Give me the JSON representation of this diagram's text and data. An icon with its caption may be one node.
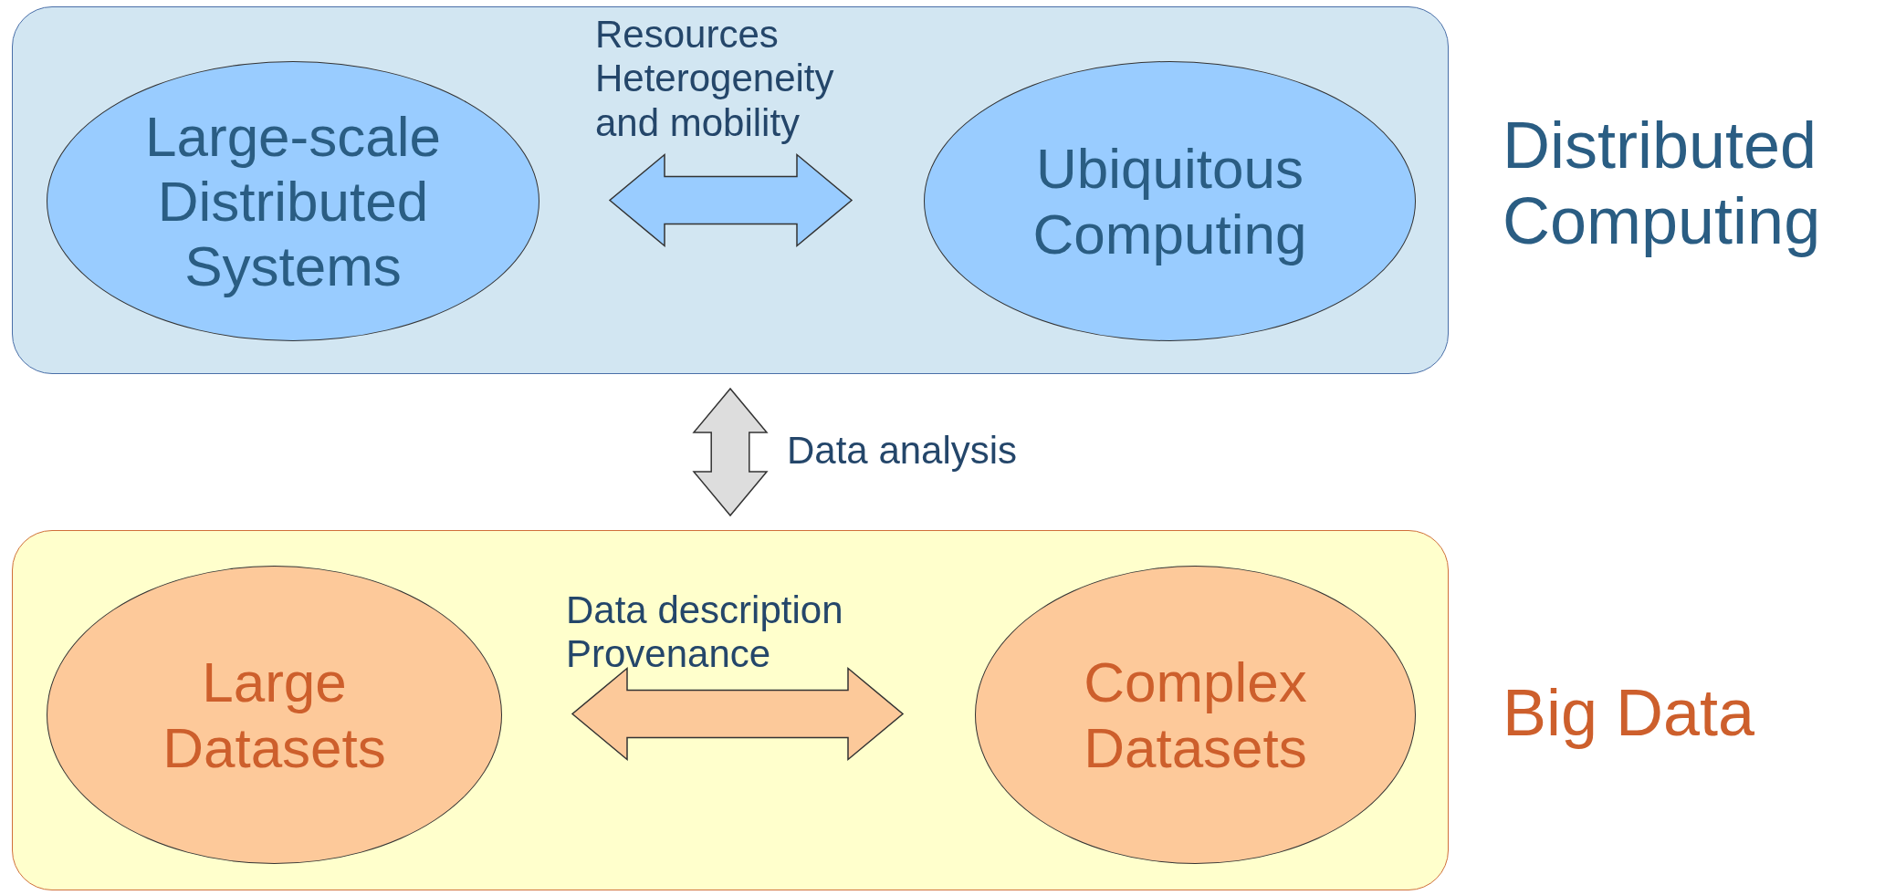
{
  "diagram": {
    "nodes": [
      {
        "text": [],
        "shape": "box",
        "beside": [
          "Distributed Computing"
        ]
      },
      {
        "text": [
          "Large-scale Distributed Systems"
        ],
        "in": 0
      },
      {
        "text": [
          "Ubiquitous Computing"
        ],
        "in": 0
      },
      {
        "text": [],
        "shape": "box",
        "beside": [
          "Big Data"
        ]
      },
      {
        "text": [
          "Large Datasets"
        ],
        "in": 3
      },
      {
        "text": [
          "Complex Datasets"
        ],
        "in": 3
      }
    ],
    "edges": [
      {
        "from": 1,
        "to": 2,
        "arrow": "both",
        "label": "Resources Heterogeneity and mobility",
        "style": "thick",
        "color": "#99ccff"
      },
      {
        "from": 0,
        "to": 3,
        "arrow": "both",
        "label": "Data analysis",
        "style": "thick",
        "color": "#dddddd"
      },
      {
        "from": 4,
        "to": 5,
        "arrow": "both",
        "label": "Data description Provenance",
        "style": "thick",
        "color": "#fcc99a"
      }
    ]
  }
}
